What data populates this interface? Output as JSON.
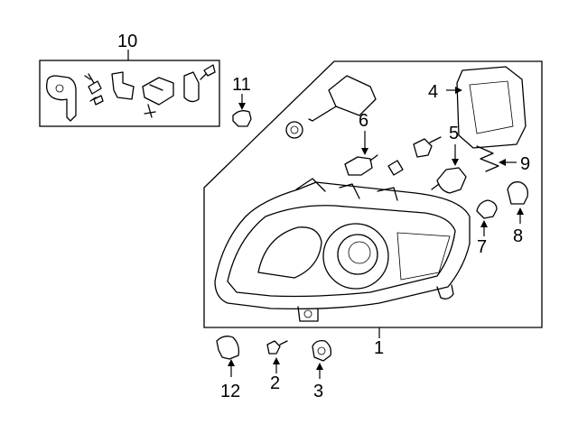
{
  "callouts": {
    "c1": "1",
    "c2": "2",
    "c3": "3",
    "c4": "4",
    "c5": "5",
    "c6": "6",
    "c7": "7",
    "c8": "8",
    "c9": "9",
    "c10": "10",
    "c11": "11",
    "c12": "12"
  },
  "colors": {
    "line": "#000000",
    "background": "#ffffff"
  }
}
